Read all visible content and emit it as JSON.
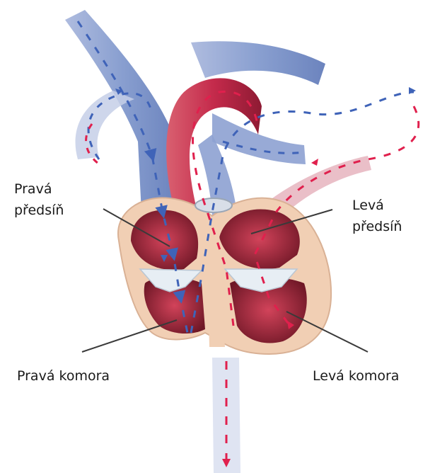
{
  "labels": {
    "right_atrium": [
      "Pravá",
      "předsíň"
    ],
    "left_atrium": [
      "Levá",
      "předsíň"
    ],
    "right_ventricle": "Pravá komora",
    "left_ventricle": "Levá komora"
  },
  "colors": {
    "deoxygenated_blood": "#7f97cc",
    "oxygenated_blood": "#c42a4b",
    "blue_arrow": "#3f63b8",
    "red_arrow": "#e0204d",
    "heart_wall": "#f1cfb4",
    "chamber": "#8b2332",
    "valve": "#e7eef4",
    "leader_line": "#3a3a3a"
  }
}
